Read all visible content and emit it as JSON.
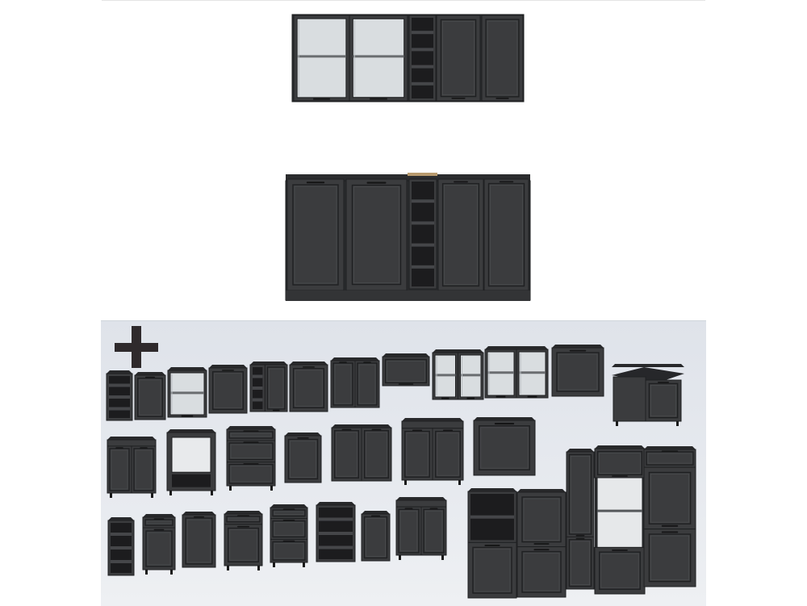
{
  "colors": {
    "cabinet": "#3b3c3e",
    "cabinet_dark": "#2a2b2d",
    "panel_line": "#1f2022",
    "glass": "#d9dde0",
    "shelf_dark": "#1c1c1e",
    "wood_edge": "#b89a6e",
    "catalog_bg": "#e3e6eb",
    "plus_icon": "#2f2a2c"
  },
  "icons": {
    "add": "plus-icon"
  },
  "sections": {
    "wall_set": "wall-cabinet-set",
    "base_set": "base-cabinet-set",
    "catalog": "additional-modules-catalog"
  }
}
